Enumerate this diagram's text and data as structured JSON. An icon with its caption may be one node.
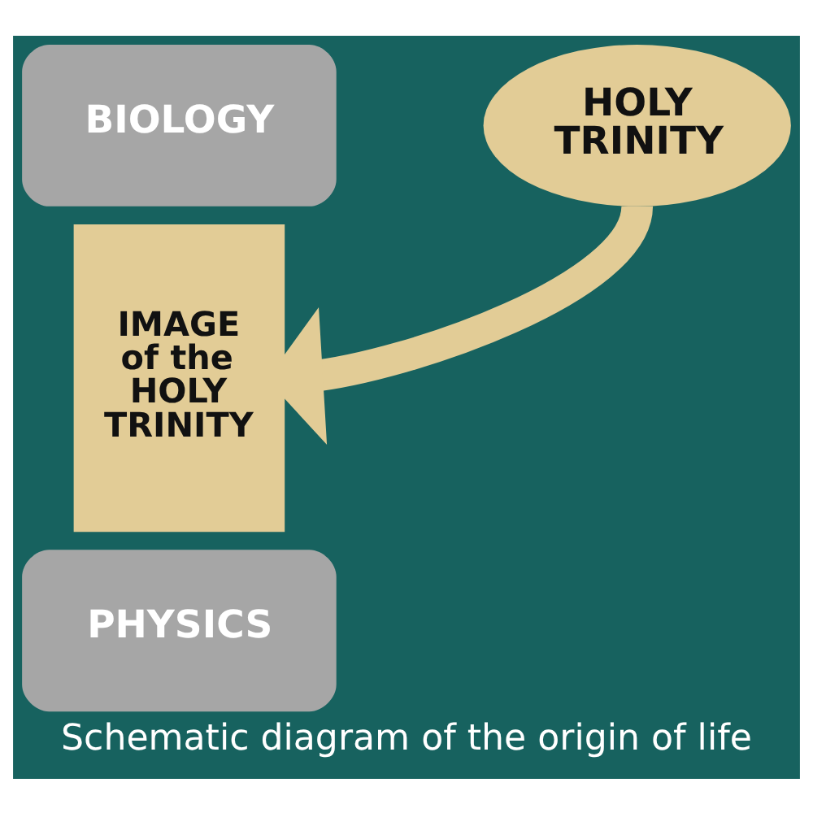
{
  "diagram": {
    "caption": "Schematic diagram of the origin of life",
    "nodes": [
      {
        "text": [
          "HOLY TRINITY"
        ]
      },
      {
        "text": [
          "BIOLOGY"
        ]
      },
      {
        "text": [
          "IMAGE of the HOLY TRINITY"
        ]
      },
      {
        "text": [
          "PHYSICS"
        ]
      }
    ],
    "edges": [
      {
        "from": 0,
        "to": 2,
        "arrow": "to"
      }
    ]
  }
}
